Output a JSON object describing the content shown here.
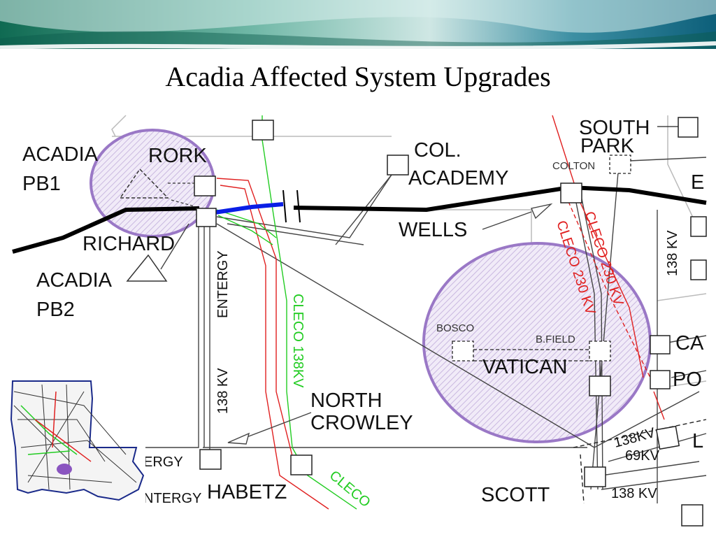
{
  "slide": {
    "title": "Acadia Affected System Upgrades"
  },
  "map": {
    "labels": {
      "acadia_pb1": [
        "ACADIA",
        "PB1"
      ],
      "rork": "RORK",
      "richard": "RICHARD",
      "acadia_pb2": [
        "ACADIA",
        "PB2"
      ],
      "col_academy": [
        "COL.",
        "ACADEMY"
      ],
      "wells": "WELLS",
      "south_park": [
        "SOUTH",
        "PARK"
      ],
      "colton": "COLTON",
      "e_cut": "E",
      "entergy_vertical": "ENTERGY",
      "kv138_vertical_left": "138 KV",
      "cleco_138kv": "CLECO 138KV",
      "north_crowley": [
        "NORTH",
        "CROWLEY"
      ],
      "bosco": "BOSCO",
      "bfield": "B.FIELD",
      "vatican": "VATICAN",
      "cleco_230kv_a": "CLECO 230 KV",
      "cleco_230kv_b": "CLECO 230 KV",
      "kv138_vertical_right": "138 KV",
      "ca_cut": "CA",
      "po_cut": "PO",
      "l_cut": "L",
      "kv138_right": "138KV",
      "kv69_right": "69KV",
      "entergy_bottom1": "ERGY",
      "entergy_bottom2": "NTERGY",
      "habetz": "HABETZ",
      "cleco_bottom": "CLECO",
      "scott": "SCOTT",
      "kv138_bottom": "138 KV"
    },
    "colors": {
      "transmission_black": "#000000",
      "upgrade_blue": "#0a1ee6",
      "cleco_red": "#e02020",
      "cleco_green": "#22cc22",
      "highlight_circle": "#9a78c6",
      "highlight_fill": "#ddd0ee"
    }
  },
  "inset_map": {
    "description_icon": "louisiana-state-map-icon"
  }
}
